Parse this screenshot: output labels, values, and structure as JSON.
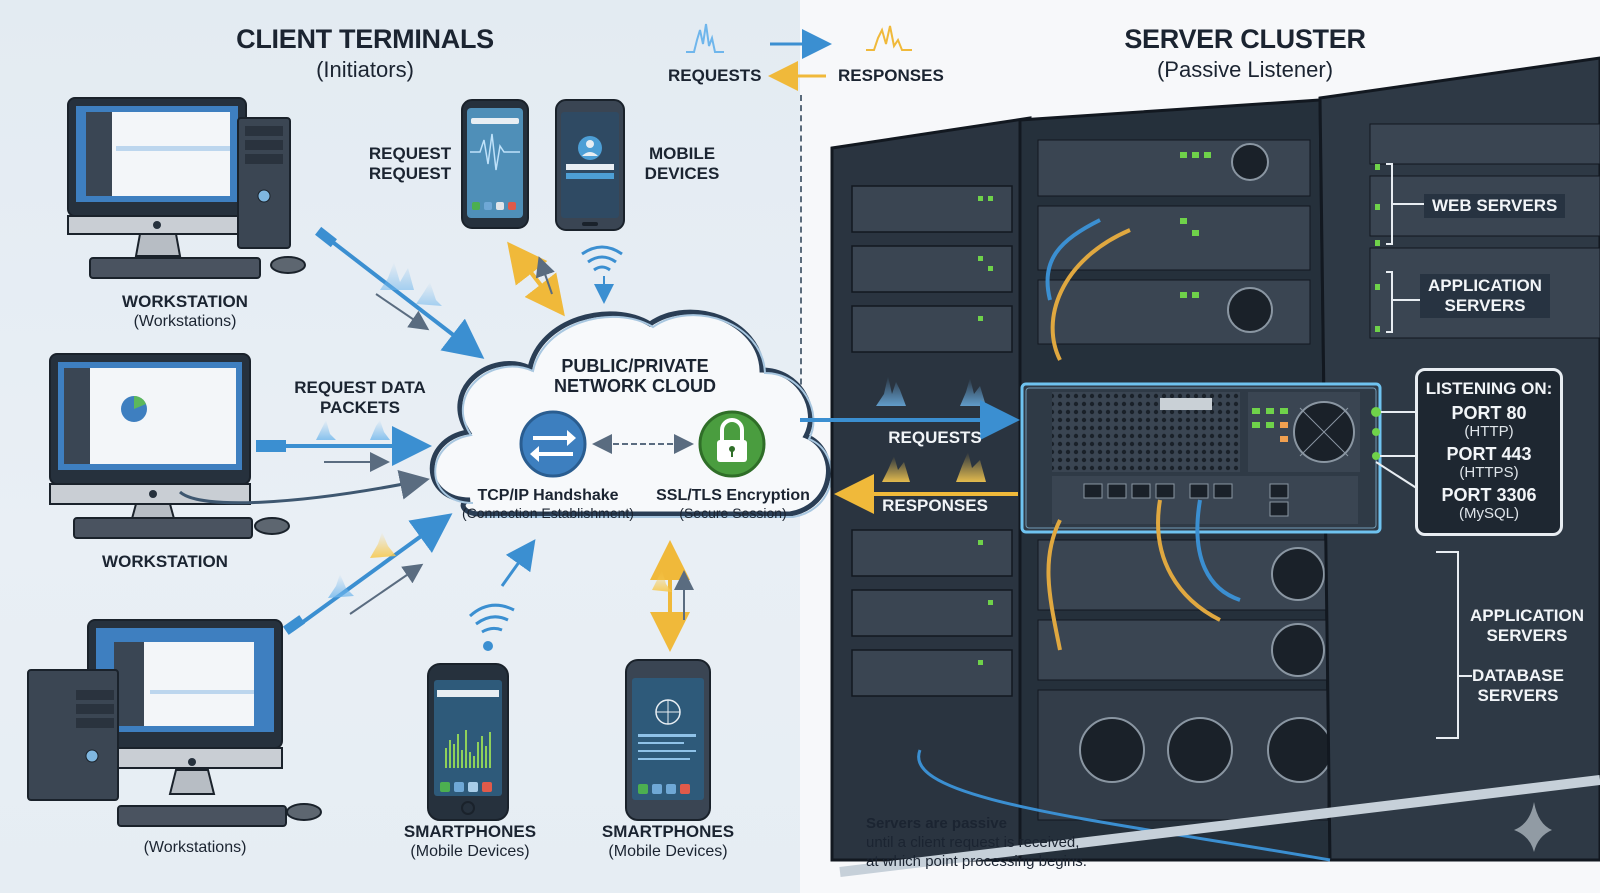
{
  "left_panel": {
    "title": "CLIENT TERMINALS",
    "subtitle": "(Initiators)",
    "workstation_1": {
      "label": "WORKSTATION",
      "sublabel": "(Workstations)"
    },
    "workstation_2": {
      "label": "WORKSTATION"
    },
    "workstation_3": {
      "sublabel": "(Workstations)"
    },
    "request_request": [
      "REQUEST",
      "REQUEST"
    ],
    "mobile_devices": [
      "MOBILE",
      "DEVICES"
    ],
    "request_data_packets": [
      "REQUEST DATA",
      "PACKETS"
    ],
    "smartphone_1": {
      "label": "SMARTPHONES",
      "sublabel": "(Mobile Devices)"
    },
    "smartphone_2": {
      "label": "SMARTPHONES",
      "sublabel": "(Mobile Devices)"
    }
  },
  "legend": {
    "requests": "REQUESTS",
    "responses": "RESPONSES",
    "request_color": "#3b8fd1",
    "response_color": "#f0b93a"
  },
  "cloud": {
    "title_line1": "PUBLIC/PRIVATE",
    "title_line2": "NETWORK CLOUD",
    "handshake": {
      "label": "TCP/IP Handshake",
      "sublabel": "(Connection Establishment)",
      "icon": "swap-arrows-icon"
    },
    "encryption": {
      "label": "SSL/TLS Encryption",
      "sublabel": "(Secure Session)",
      "icon": "padlock-icon"
    }
  },
  "flow": {
    "requests": "REQUESTS",
    "responses": "RESPONSES"
  },
  "right_panel": {
    "title": "SERVER CLUSTER",
    "subtitle": "(Passive Listener)",
    "tiers": [
      {
        "label": [
          "WEB SERVERS"
        ]
      },
      {
        "label": [
          "APPLICATION",
          "SERVERS"
        ]
      },
      {
        "label": [
          "APPLICATION",
          "SERVERS"
        ]
      },
      {
        "label": [
          "DATABASE",
          "SERVERS"
        ]
      }
    ],
    "listening": {
      "title": "LISTENING ON:",
      "ports": [
        {
          "port": "PORT 80",
          "protocol": "(HTTP)"
        },
        {
          "port": "PORT 443",
          "protocol": "(HTTPS)"
        },
        {
          "port": "PORT 3306",
          "protocol": "(MySQL)"
        }
      ]
    },
    "note": {
      "line1": "Servers are passive",
      "line2": "until a client request is received,",
      "line3": "at which point processing begins."
    }
  },
  "colors": {
    "request_blue": "#3b8fd1",
    "response_yellow": "#f0b93a",
    "rack_dark": "#2a3440",
    "led_green": "#6fd24a",
    "lock_green": "#4a9d3f",
    "handshake_blue": "#3d7fbf"
  }
}
